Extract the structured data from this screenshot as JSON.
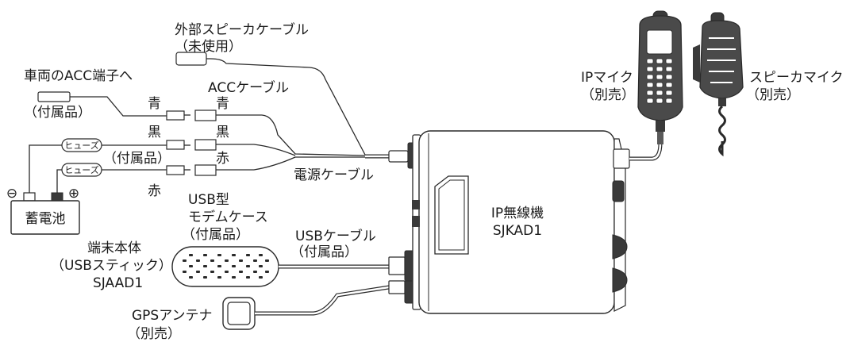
{
  "labels": {
    "ext_speaker_cable": "外部スピーカケーブル",
    "ext_speaker_unused": "（未使用）",
    "vehicle_acc": "車両のACC端子へ",
    "included_1": "（付属品）",
    "acc_cable": "ACCケーブル",
    "blue_left": "青",
    "blue_right": "青",
    "black_left": "黒",
    "black_right": "黒",
    "included_2": "（付属品）",
    "red_right": "赤",
    "red_left": "赤",
    "fuse_1": "ヒューズ",
    "fuse_2": "ヒューズ",
    "minus": "⊖",
    "plus": "⊕",
    "battery": "蓄電池",
    "power_cable": "電源ケーブル",
    "usb_case_1": "USB型",
    "usb_case_2": "モデムケース",
    "usb_case_3": "（付属品）",
    "terminal_1": "端末本体",
    "terminal_2": "（USBスティック）",
    "terminal_3": "SJAAD1",
    "usb_cable_1": "USBケーブル",
    "usb_cable_2": "（付属品）",
    "radio_1": "IP無線機",
    "radio_2": "SJKAD1",
    "gps_1": "GPSアンテナ",
    "gps_2": "（別売）",
    "ip_mic_1": "IPマイク",
    "ip_mic_2": "（別売）",
    "spk_mic_1": "スピーカマイク",
    "spk_mic_2": "（別売）"
  }
}
